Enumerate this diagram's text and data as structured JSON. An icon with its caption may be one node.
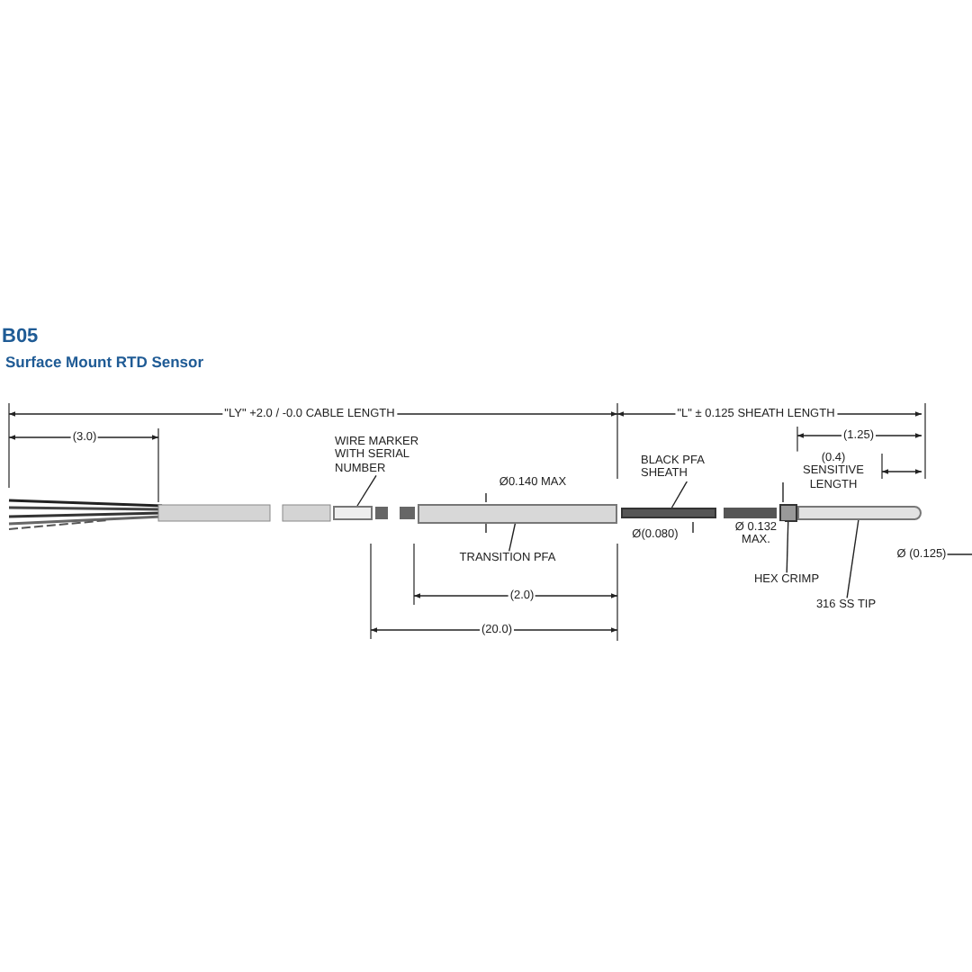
{
  "diagram": {
    "title": "B05",
    "nodes": [
      {
        "text": [
          "WIRE MARKER WITH SERIAL NUMBER"
        ]
      },
      {
        "text": [],
        "shape": "bar"
      },
      {
        "text": [
          "TRANSITION PFA"
        ]
      },
      {
        "text": [],
        "shape": "bar"
      },
      {
        "text": [
          "BLACK PFA SHEATH"
        ]
      },
      {
        "text": [],
        "shape": "bar"
      },
      {
        "text": [
          "HEX CRIMP"
        ]
      },
      {
        "text": [],
        "shape": "bar"
      },
      {
        "text": [
          "316 SS TIP"
        ]
      },
      {
        "text": [],
        "shape": "bar"
      }
    ],
    "edges": [
      {
        "from": 0,
        "to": 1,
        "arrow": "none"
      },
      {
        "from": 2,
        "to": 3,
        "arrow": "none"
      },
      {
        "from": 4,
        "to": 5,
        "arrow": "none"
      },
      {
        "from": 6,
        "to": 7,
        "arrow": "none"
      },
      {
        "from": 8,
        "to": 9,
        "arrow": "none"
      }
    ],
    "labels": [
      "Surface Mount RTD Sensor",
      "\"LY\" +2.0 / -0.0 CABLE LENGTH",
      "(3.0)",
      "Ø0.140 MAX",
      "\"L\" ± 0.125 SHEATH LENGTH",
      "(1.25)",
      "(0.4) SENSITIVE LENGTH",
      "Ø(0.080)",
      "Ø 0.132 MAX.",
      "Ø (0.125)",
      "(2.0)",
      "(20.0)"
    ]
  }
}
